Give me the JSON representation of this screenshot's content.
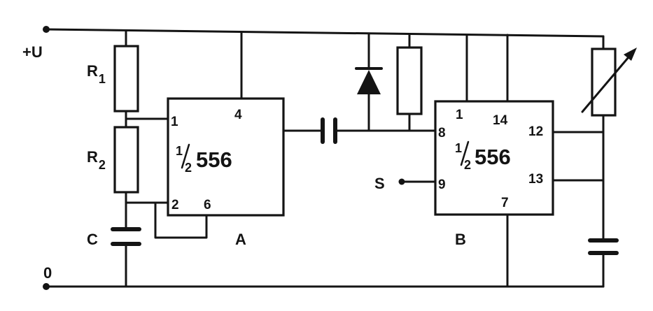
{
  "supply": {
    "plus_label": "+U",
    "ground_label": "0"
  },
  "resistors": {
    "r1_main": "R",
    "r1_sub": "1",
    "r2_main": "R",
    "r2_sub": "2"
  },
  "capacitor": {
    "label": "C"
  },
  "ic_a": {
    "name": "A",
    "frac_num": "1",
    "frac_den": "2",
    "part": "556",
    "pins": {
      "p1": "1",
      "p4": "4",
      "p2": "2",
      "p6": "6"
    }
  },
  "ic_b": {
    "name": "B",
    "frac_num": "1",
    "frac_den": "2",
    "part": "556",
    "pins": {
      "p1": "1",
      "p14": "14",
      "p8": "8",
      "p9": "9",
      "p12": "12",
      "p13": "13",
      "p7": "7"
    }
  },
  "switch": {
    "label": "S"
  },
  "colors": {
    "ink": "#141414",
    "paper": "#ffffff"
  }
}
